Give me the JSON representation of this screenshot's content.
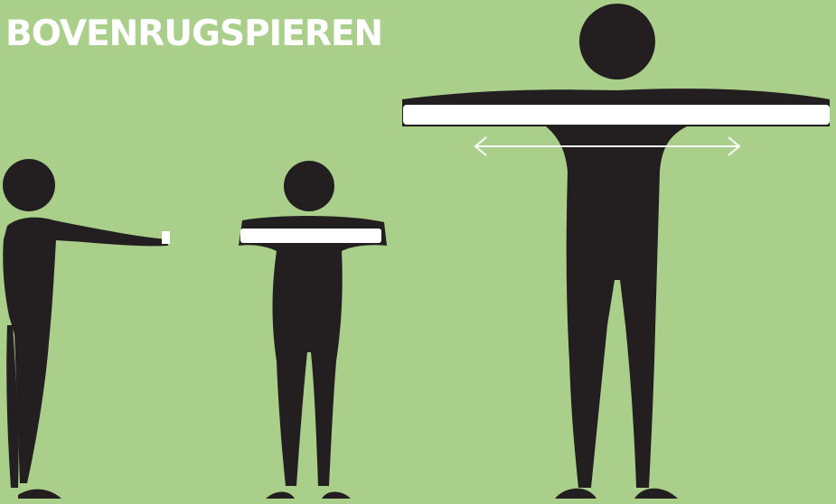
{
  "title": "BOVENRUGSPIEREN",
  "colors": {
    "background": "#aacf8a",
    "figure": "#231f20",
    "band": "#ffffff",
    "title": "#ffffff"
  },
  "figures": [
    {
      "pose": "side-view-arms-forward",
      "icon": "person-side-icon"
    },
    {
      "pose": "front-view-band-narrow",
      "icon": "person-front-icon"
    },
    {
      "pose": "front-view-band-stretched",
      "icon": "person-front-large-icon"
    }
  ],
  "annotations": [
    {
      "type": "double-arrow",
      "meaning": "stretch-band-outward",
      "icon": "double-arrow-icon"
    }
  ]
}
